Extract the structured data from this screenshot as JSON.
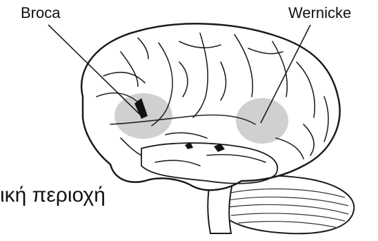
{
  "labels": {
    "broca": "Broca",
    "wernicke": "Wernicke"
  },
  "caption": "ική περιοχή",
  "colors": {
    "region_fill": "#c8c8c8",
    "line": "#1a1a1a",
    "background": "#ffffff"
  },
  "icons": {
    "brain": "brain-illustration-icon"
  }
}
